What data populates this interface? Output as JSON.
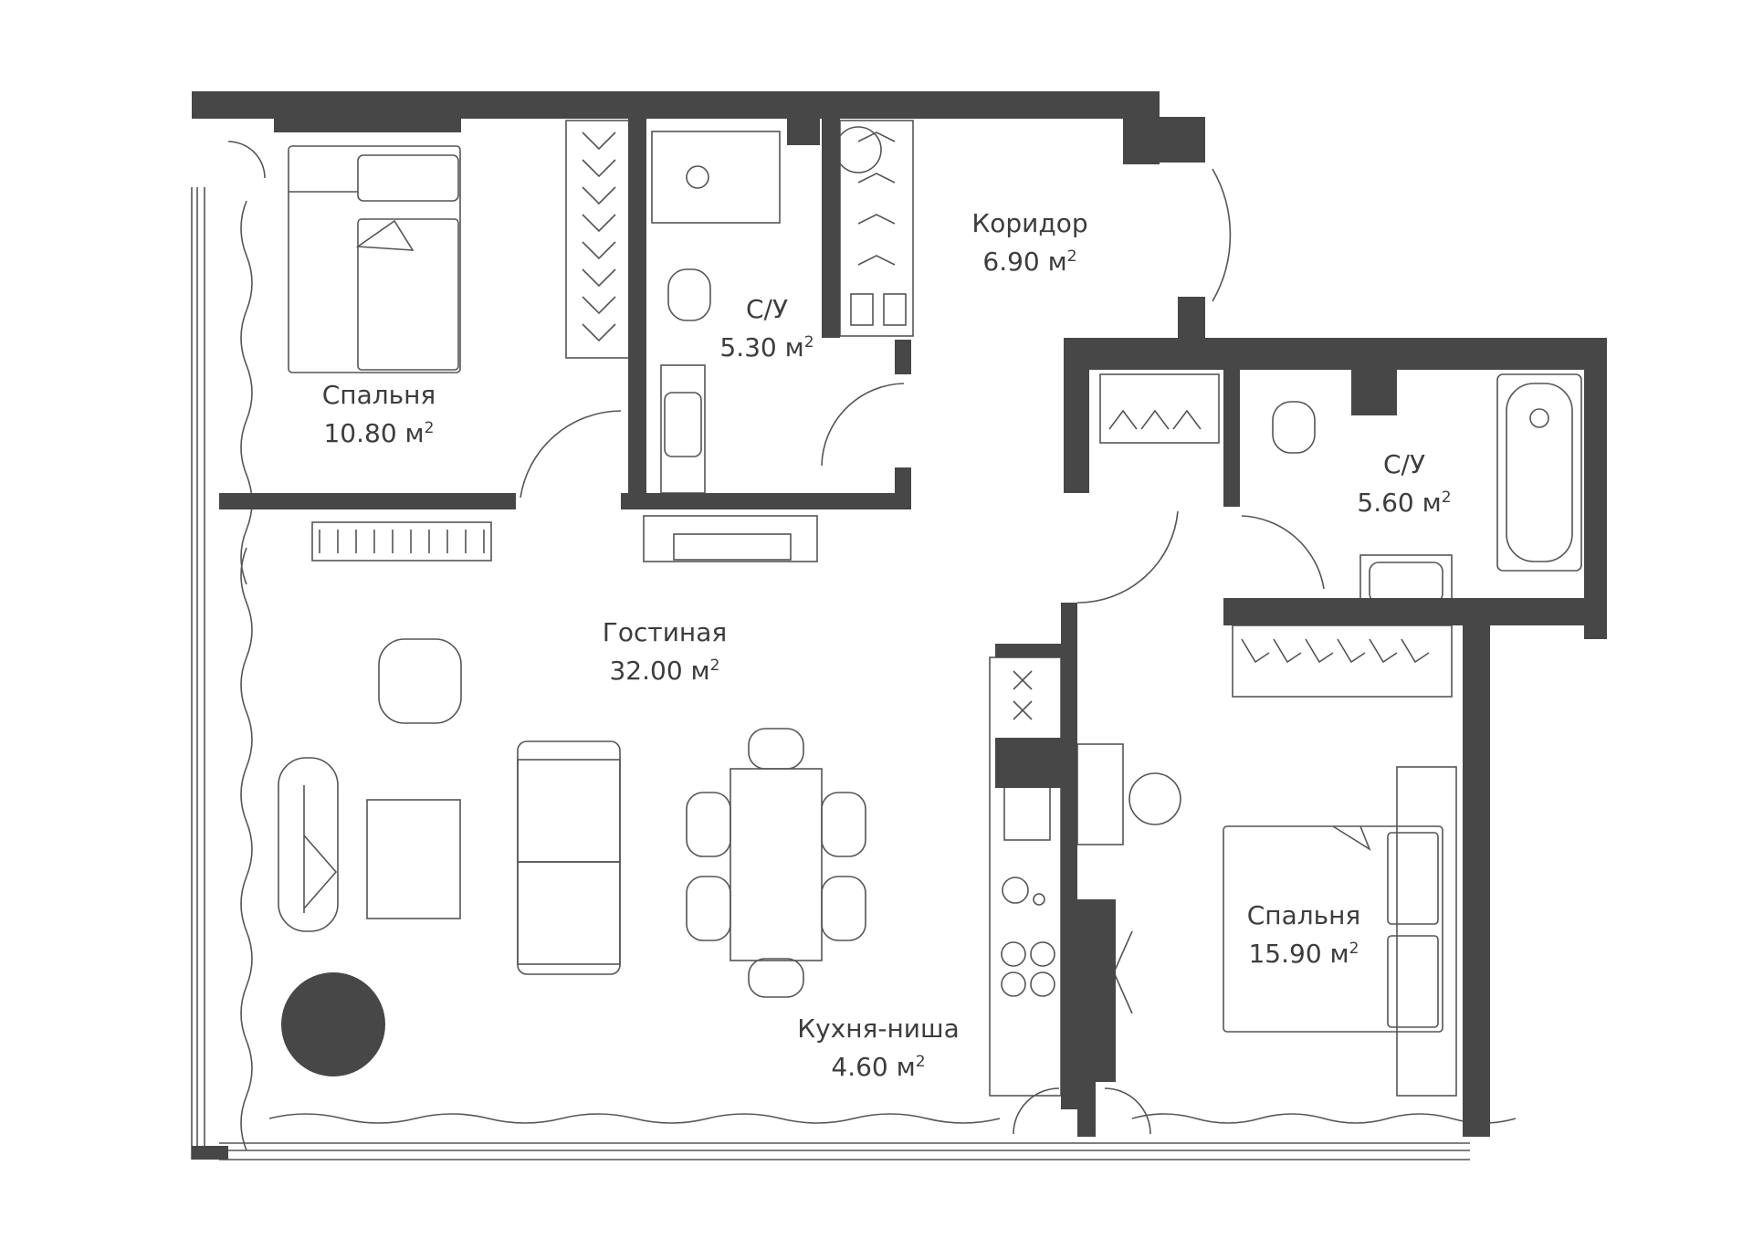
{
  "colors": {
    "wall": "#474747",
    "line": "#555555",
    "text": "#3d3d3d",
    "background": "#ffffff"
  },
  "unit_superscript": "2",
  "rooms": {
    "bedroom_small": {
      "name": "Спальня",
      "area": "10.80 м"
    },
    "bathroom_1": {
      "name": "С/У",
      "area": "5.30 м"
    },
    "corridor": {
      "name": "Коридор",
      "area": "6.90 м"
    },
    "bathroom_2": {
      "name": "С/У",
      "area": "5.60 м"
    },
    "living_room": {
      "name": "Гостиная",
      "area": "32.00 м"
    },
    "kitchen": {
      "name": "Кухня-ниша",
      "area": "4.60 м"
    },
    "bedroom_large": {
      "name": "Спальня",
      "area": "15.90 м"
    }
  }
}
